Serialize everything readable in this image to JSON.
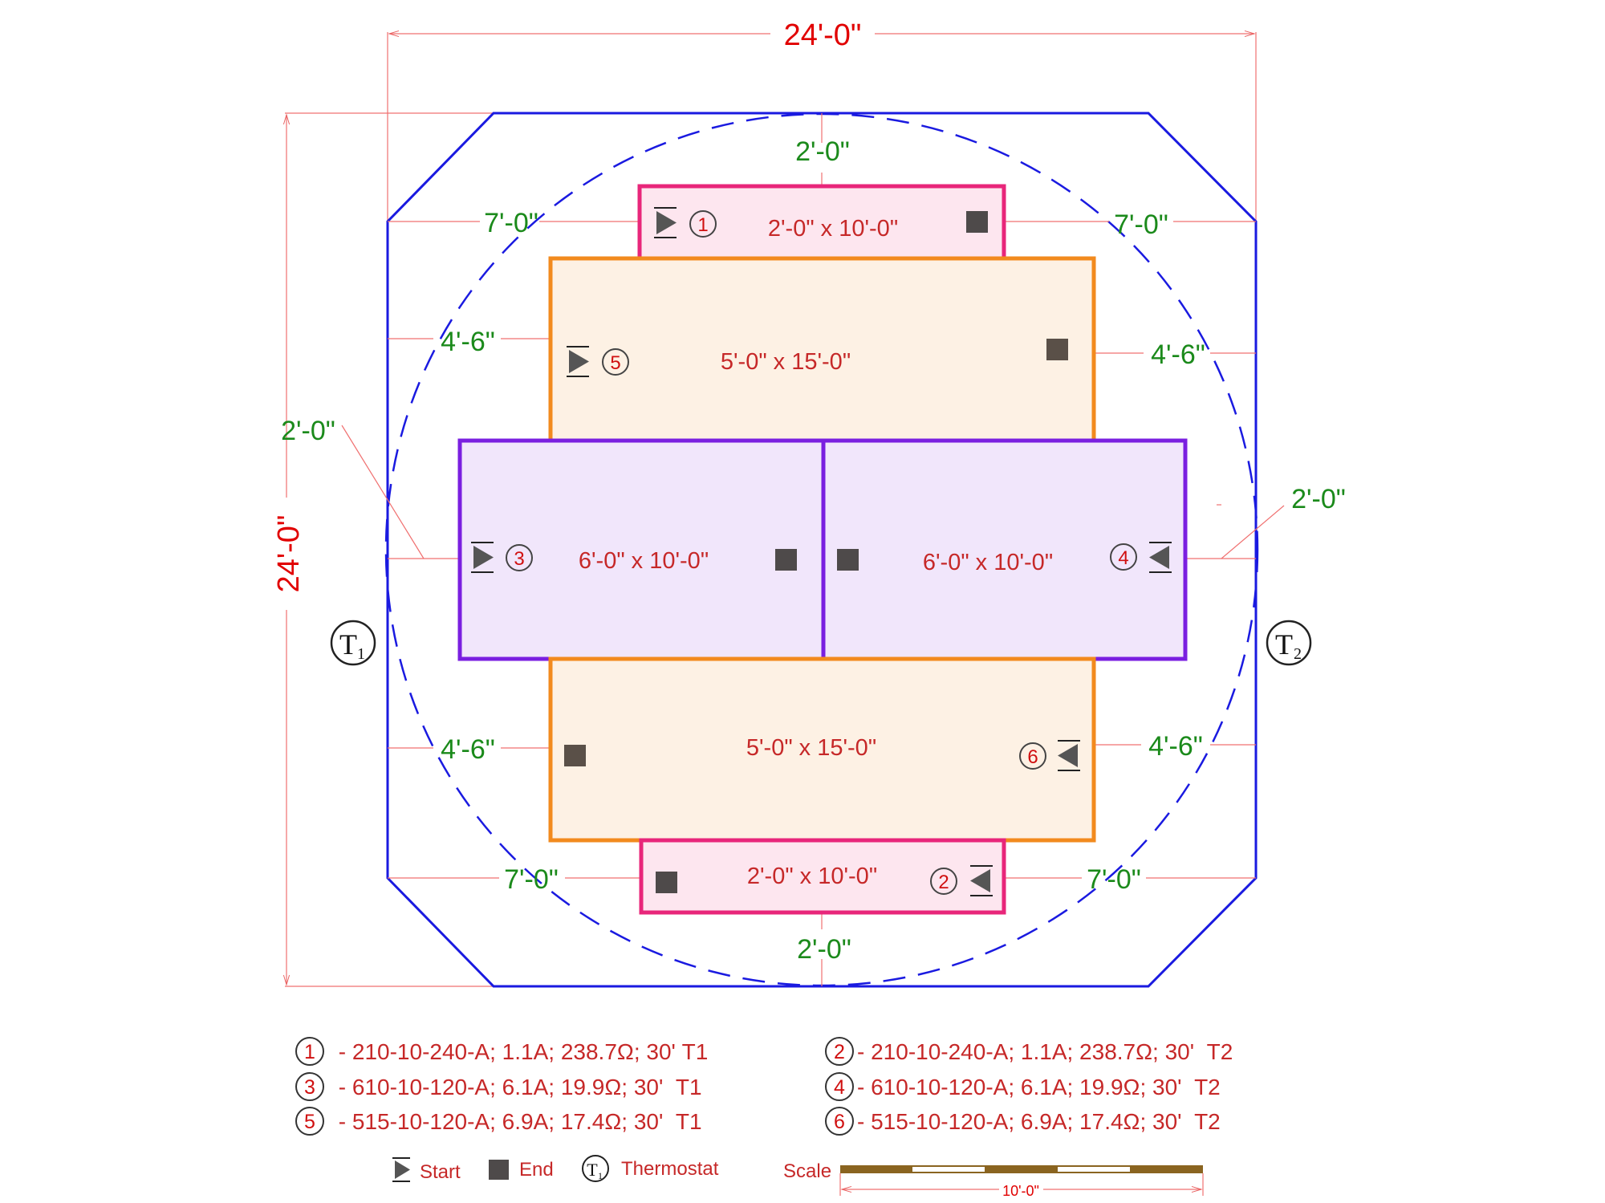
{
  "dimensions": {
    "overall_width": "24'-0\"",
    "overall_height": "24'-0\"",
    "top_gap": "2'-0\"",
    "bottom_gap": "2'-0\"",
    "left_gap_mid": "2'-0\"",
    "right_gap_mid": "2'-0\"",
    "top_left_7": "7'-0\"",
    "top_right_7": "7'-0\"",
    "upper_left_45": "4'-6\"",
    "upper_right_45": "4'-6\"",
    "lower_left_45": "4'-6\"",
    "lower_right_45": "4'-6\"",
    "bottom_left_7": "7'-0\"",
    "bottom_right_7": "7'-0\""
  },
  "mats": [
    {
      "id": 1,
      "size": "2'-0\" x 10'-0\"",
      "color": "#e8267a"
    },
    {
      "id": 5,
      "size": "5'-0\" x 15'-0\"",
      "color": "#f28a1e"
    },
    {
      "id": 3,
      "size": "6'-0\" x 10'-0\"",
      "color": "#7a1fe0"
    },
    {
      "id": 4,
      "size": "6'-0\" x 10'-0\"",
      "color": "#7a1fe0"
    },
    {
      "id": 6,
      "size": "5'-0\" x 15'-0\"",
      "color": "#f28a1e"
    },
    {
      "id": 2,
      "size": "2'-0\" x 10'-0\"",
      "color": "#e8267a"
    }
  ],
  "markers": {
    "n1": "1",
    "n2": "2",
    "n3": "3",
    "n4": "4",
    "n5": "5",
    "n6": "6"
  },
  "thermostats": {
    "t1_letter": "T",
    "t1_sub": "1",
    "t2_letter": "T",
    "t2_sub": "2"
  },
  "legend": {
    "items": [
      {
        "num": "1",
        "text": " - 210-10-240-A; 1.1A; 238.7Ω; 30' T1"
      },
      {
        "num": "3",
        "text": " - 610-10-120-A; 6.1A; 19.9Ω; 30'  T1"
      },
      {
        "num": "5",
        "text": " - 515-10-120-A; 6.9A; 17.4Ω; 30'  T1"
      },
      {
        "num": "2",
        "text": "- 210-10-240-A; 1.1A; 238.7Ω; 30'  T2"
      },
      {
        "num": "4",
        "text": "- 610-10-120-A; 6.1A; 19.9Ω; 30'  T2"
      },
      {
        "num": "6",
        "text": "- 515-10-120-A; 6.9A; 17.4Ω; 30'  T2"
      }
    ]
  },
  "key": {
    "start": "Start",
    "end": "End",
    "thermostat": "Thermostat",
    "therm_letter": "T",
    "therm_sub": "1",
    "scale": "Scale",
    "scale_length": "10'-0\""
  },
  "colors": {
    "outline": "#1a1ae0",
    "dimension_red": "#e10000",
    "dimension_green": "#1b8a1b",
    "leader": "#f07070",
    "pink_fill": "#fde6ef",
    "orange_fill": "#fdf1e4",
    "purple_fill": "#f1e6fb"
  }
}
